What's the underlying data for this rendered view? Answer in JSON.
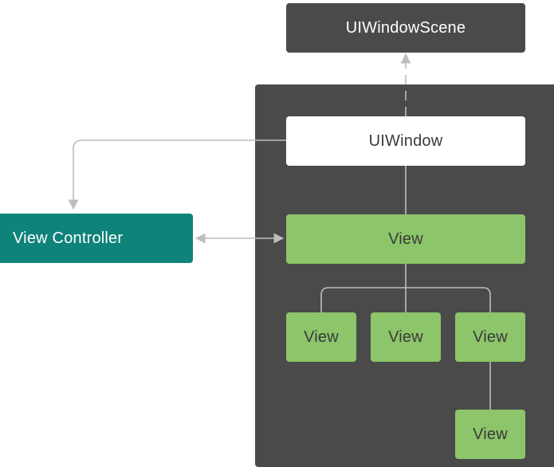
{
  "diagram": {
    "scene_label": "UIWindowScene",
    "window_label": "UIWindow",
    "controller_label": "View Controller",
    "root_view_label": "View",
    "subviews": [
      "View",
      "View",
      "View"
    ],
    "nested_view_label": "View"
  },
  "colors": {
    "panel": "#4a4a4a",
    "controller": "#0e8379",
    "view": "#8dc56a",
    "connector": "#bdbdbd"
  }
}
